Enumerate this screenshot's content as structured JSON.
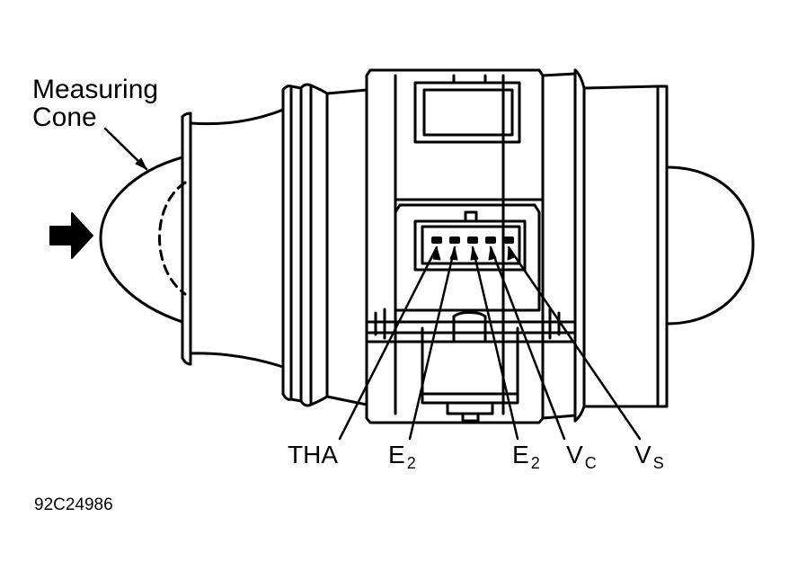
{
  "callout": {
    "line1": "Measuring",
    "line2": "Cone"
  },
  "pins": [
    {
      "main": "THA",
      "sub": ""
    },
    {
      "main": "E",
      "sub": "2"
    },
    {
      "main": "E",
      "sub": "2"
    },
    {
      "main": "V",
      "sub": "C"
    },
    {
      "main": "V",
      "sub": "S"
    }
  ],
  "figure_code": "92C24986",
  "colors": {
    "ink": "#000000",
    "paper": "#ffffff"
  },
  "icons": {
    "flow_arrow": "airflow-arrow-icon"
  }
}
